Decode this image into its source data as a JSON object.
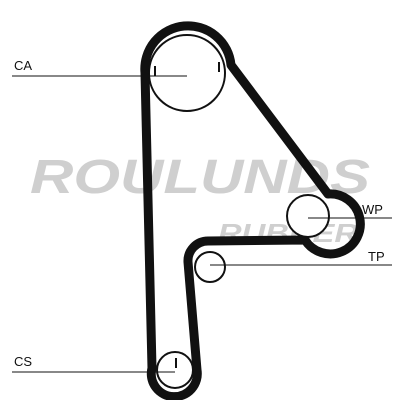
{
  "diagram": {
    "labels": {
      "camshaft": "CA",
      "water_pump": "WP",
      "tensioner": "TP",
      "crankshaft": "CS"
    },
    "watermark": {
      "brand": "ROULUNDS",
      "subbrand": "RUBBER"
    },
    "colors": {
      "belt": "#111111",
      "pulley_fill": "#ffffff",
      "line": "#111111",
      "watermark": "#cfcfcf"
    }
  }
}
